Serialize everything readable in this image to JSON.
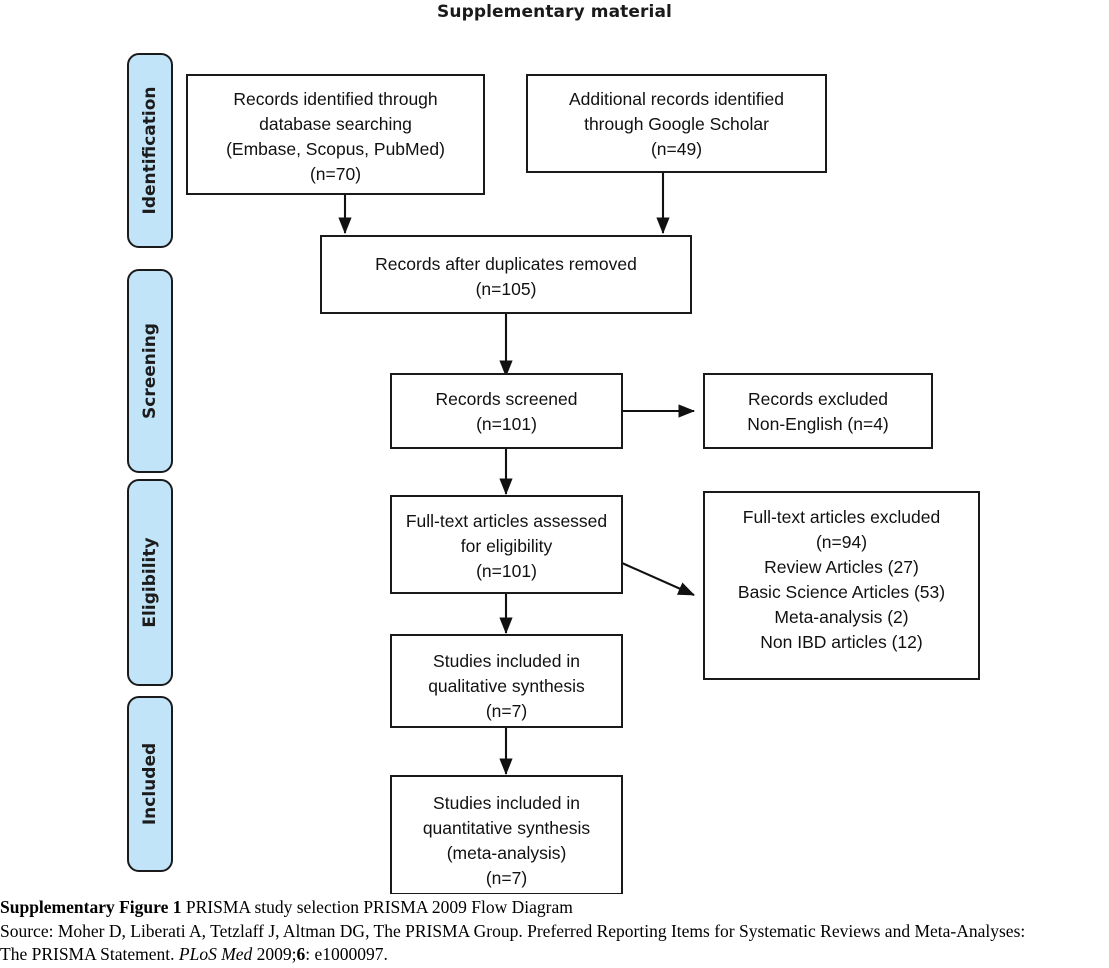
{
  "document": {
    "title": "Supplementary material"
  },
  "colors": {
    "stage_fill": "#c2e4f8",
    "stage_stroke": "#1a1a1a",
    "box_fill": "#ffffff",
    "box_stroke": "#1a1a1a",
    "arrow": "#111111",
    "text": "#111111"
  },
  "diagram": {
    "type": "prisma-flow",
    "stages": [
      {
        "id": "identification",
        "label": "Identification"
      },
      {
        "id": "screening",
        "label": "Screening"
      },
      {
        "id": "eligibility",
        "label": "Eligibility"
      },
      {
        "id": "included",
        "label": "Included"
      }
    ],
    "boxes": [
      {
        "id": "records-identified-database",
        "stage": "identification",
        "lines": [
          "Records identified through",
          "database searching",
          "(Embase, Scopus, PubMed)",
          "(n=70)"
        ],
        "n": 70
      },
      {
        "id": "additional-records-google-scholar",
        "stage": "identification",
        "lines": [
          "Additional records identified",
          "through Google Scholar",
          "(n=49)"
        ],
        "n": 49
      },
      {
        "id": "records-after-duplicates-removed",
        "stage": "screening",
        "lines": [
          "Records after duplicates removed",
          "(n=105)"
        ],
        "n": 105
      },
      {
        "id": "records-screened",
        "stage": "screening",
        "lines": [
          "Records screened",
          "(n=101)"
        ],
        "n": 101
      },
      {
        "id": "records-excluded",
        "stage": "screening",
        "lines": [
          "Records excluded",
          "Non-English (n=4)"
        ],
        "n": 4
      },
      {
        "id": "fulltext-assessed",
        "stage": "eligibility",
        "lines": [
          "Full-text articles assessed",
          "for eligibility",
          "(n=101)"
        ],
        "n": 101
      },
      {
        "id": "fulltext-excluded",
        "stage": "eligibility",
        "lines": [
          "Full-text articles excluded",
          "(n=94)",
          "Review Articles (27)",
          "Basic Science Articles (53)",
          "Meta-analysis (2)",
          "Non IBD articles (12)"
        ],
        "n": 94,
        "breakdown": [
          {
            "reason": "Review Articles",
            "count": 27
          },
          {
            "reason": "Basic Science Articles",
            "count": 53
          },
          {
            "reason": "Meta-analysis",
            "count": 2
          },
          {
            "reason": "Non IBD articles",
            "count": 12
          }
        ]
      },
      {
        "id": "studies-qualitative",
        "stage": "included",
        "lines": [
          "Studies included in",
          "qualitative synthesis",
          "(n=7)"
        ],
        "n": 7
      },
      {
        "id": "studies-quantitative",
        "stage": "included",
        "lines": [
          "Studies included in",
          "quantitative synthesis",
          "(meta-analysis)",
          "(n=7)"
        ],
        "n": 7
      }
    ],
    "edges": [
      {
        "from": "records-identified-database",
        "to": "records-after-duplicates-removed",
        "style": "vertical"
      },
      {
        "from": "additional-records-google-scholar",
        "to": "records-after-duplicates-removed",
        "style": "vertical"
      },
      {
        "from": "records-after-duplicates-removed",
        "to": "records-screened",
        "style": "vertical"
      },
      {
        "from": "records-screened",
        "to": "records-excluded",
        "style": "horizontal"
      },
      {
        "from": "records-screened",
        "to": "fulltext-assessed",
        "style": "vertical"
      },
      {
        "from": "fulltext-assessed",
        "to": "fulltext-excluded",
        "style": "diagonal"
      },
      {
        "from": "fulltext-assessed",
        "to": "studies-qualitative",
        "style": "vertical"
      },
      {
        "from": "studies-qualitative",
        "to": "studies-quantitative",
        "style": "vertical"
      }
    ]
  },
  "caption": {
    "line1_bold": "Supplementary Figure 1",
    "line1_rest": " PRISMA study selection PRISMA 2009 Flow Diagram",
    "line2": "Source: Moher D, Liberati A, Tetzlaff J, Altman DG, The PRISMA Group. Preferred Reporting Items for Systematic Reviews and Meta-Analyses:",
    "line3_pre": "The PRISMA Statement. ",
    "line3_italic": "PLoS Med",
    "line3_mid": " 2009;",
    "line3_bold": "6",
    "line3_post": ": e1000097."
  }
}
